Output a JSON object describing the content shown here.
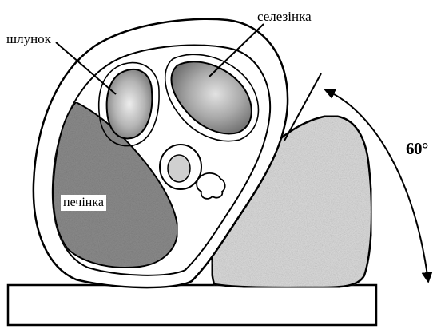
{
  "labels": {
    "stomach": "шлунок",
    "spleen": "селезінка",
    "liver": "печінка",
    "angle": "60°"
  },
  "colors": {
    "ink": "#000000",
    "paper": "#ffffff",
    "liver_fill": "#8c8c8c",
    "organ_fill": "#9a9a9a",
    "cushion_fill": "#d8d8d8"
  }
}
